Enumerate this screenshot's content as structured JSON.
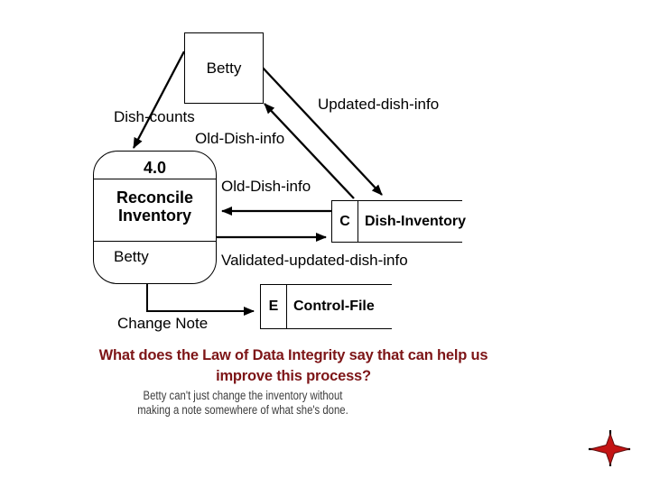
{
  "slide": {
    "diagram": {
      "entity_betty": {
        "label": "Betty"
      },
      "process": {
        "id": "4.0",
        "name": "Reconcile Inventory",
        "actor": "Betty"
      },
      "store_dish_inventory": {
        "id": "C",
        "name": "Dish-Inventory"
      },
      "store_control_file": {
        "id": "E",
        "name": "Control-File"
      },
      "flow_labels": {
        "dish_counts": "Dish-counts",
        "updated_dish_info": "Updated-dish-info",
        "old_dish_info_to_betty": "Old-Dish-info",
        "old_dish_info_to_process": "Old-Dish-info",
        "validated_updated_dish_info": "Validated-updated-dish-info",
        "change_note": "Change Note"
      }
    },
    "question": {
      "line1": "What does the Law of Data Integrity say that can help us",
      "line2": "improve this process?",
      "color": "#7d1517"
    },
    "note": {
      "line1": "Betty can't just change the inventory without",
      "line2": "making a note somewhere of what she's done."
    },
    "decoration": {
      "star_color": "#c41414",
      "star_spike_color": "#000000"
    }
  }
}
